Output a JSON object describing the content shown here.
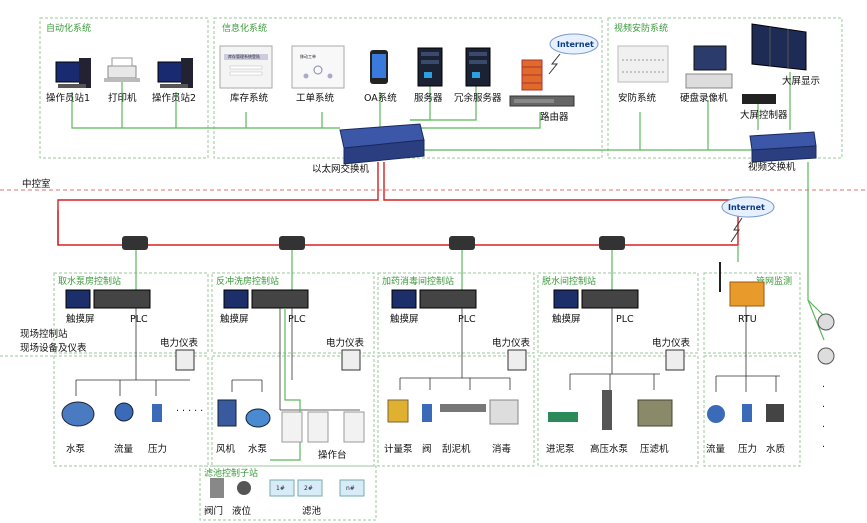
{
  "sections": {
    "automation": "自动化系统",
    "info": "信息化系统",
    "video": "视频安防系统",
    "pump_station": "取水泵房控制站",
    "backwash": "反冲洗房控制站",
    "dosing": "加药消毒间控制站",
    "dewater": "脱水间控制站",
    "pipe": "管网监测",
    "filter_sub": "滤池控制子站"
  },
  "side_labels": {
    "central": "中控室",
    "field_station": "现场控制站",
    "field_devices": "现场设备及仪表"
  },
  "top_devices": {
    "op1": "操作员站1",
    "printer": "打印机",
    "op2": "操作员站2",
    "inventory": "库存系统",
    "inventory_screen": "库存管理系统登陆",
    "ticket": "工单系统",
    "ticket_screen": "移动工单",
    "oa": "OA系统",
    "server": "服务器",
    "redundant": "冗余服务器",
    "router": "路由器",
    "internet": "Internet",
    "security": "安防系统",
    "dvr": "硬盘录像机",
    "big_screen": "大屏显示",
    "screen_ctrl": "大屏控制器",
    "eth_switch": "以太网交换机",
    "video_switch": "视频交换机"
  },
  "station_labels": {
    "touch": "触摸屏",
    "plc": "PLC",
    "meter": "电力仪表",
    "rtu": "RTU",
    "internet2": "Internet"
  },
  "field": {
    "pump": "水泵",
    "flow": "流量",
    "pressure": "压力",
    "fan": "风机",
    "water_pump": "水泵",
    "console": "操作台",
    "valve": "阀门",
    "level": "液位",
    "filter": "滤池",
    "tank1": "1#",
    "tank2": "2#",
    "tankn": "n#",
    "meter_pump": "计量泵",
    "valve2": "阀",
    "scraper": "刮泥机",
    "disinfect": "消毒",
    "sludge_pump": "进泥泵",
    "hp_pump": "高压水泵",
    "press": "压滤机",
    "flow2": "流量",
    "pressure2": "压力",
    "quality": "水质"
  },
  "colors": {
    "green_line": "#5cb85c",
    "red_line": "#d62020",
    "box_border": "#8fc08f",
    "divider": "#e07070"
  }
}
